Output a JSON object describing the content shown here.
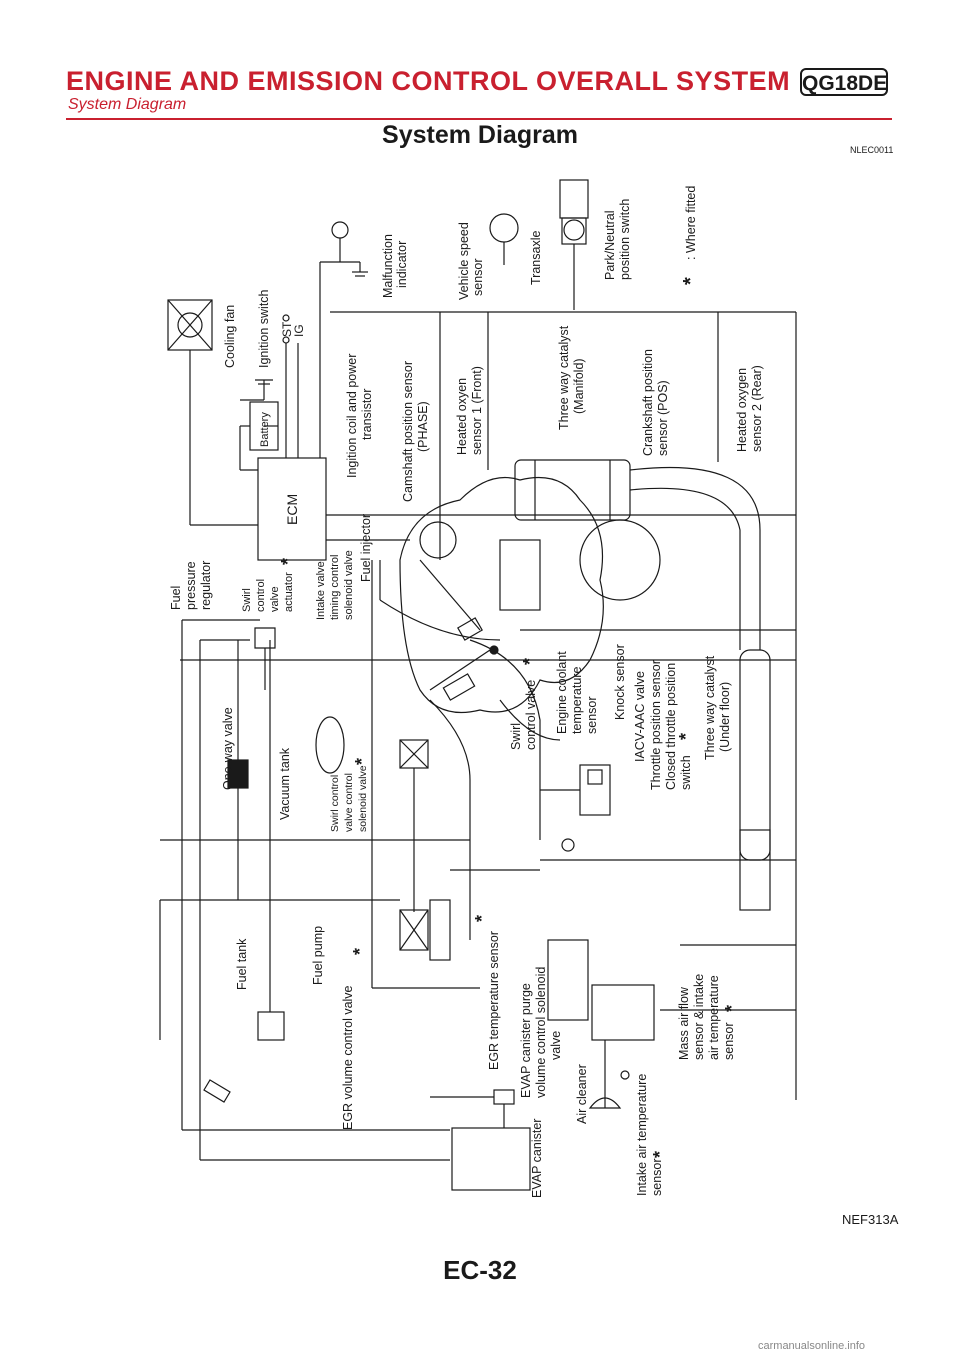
{
  "header": {
    "title": "ENGINE AND EMISSION CONTROL OVERALL SYSTEM",
    "code": "QG18DE",
    "subtitle": "System Diagram"
  },
  "section": {
    "title": "System Diagram",
    "ref": "NLEC0011"
  },
  "labels": {
    "cooling_fan": "Cooling fan",
    "ignition_switch": "Ignition switch",
    "st": "ST",
    "ig": "IG",
    "malfunction_1": "Malfunction",
    "malfunction_2": "indicator",
    "vss_1": "Vehicle speed",
    "vss_2": "sensor",
    "transaxle": "Transaxle",
    "park_1": "Park/Neutral",
    "park_2": "position switch",
    "where_fitted": ": Where fitted",
    "battery": "Battery",
    "ecm": "ECM",
    "ign_coil_1": "Ingition coil and power",
    "ign_coil_2": "transistor",
    "cam_1": "Camshaft position sensor",
    "cam_2": "(PHASE)",
    "ho2_front_1": "Heated oxyen",
    "ho2_front_2": "sensor 1 (Front)",
    "twc_manifold_1": "Three way catalyst",
    "twc_manifold_2": "(Manifold)",
    "crank_1": "Crankshaft position",
    "crank_2": "sensor (POS)",
    "ho2_rear_1": "Heated oxygen",
    "ho2_rear_2": "sensor 2 (Rear)",
    "fpr_1": "Fuel",
    "fpr_2": "pressure",
    "fpr_3": "regulator",
    "swirl_act_1": "Swirl",
    "swirl_act_2": "control",
    "swirl_act_3": "valve",
    "swirl_act_4": "actuator",
    "ivt_1": "Intake valve",
    "ivt_2": "timing control",
    "ivt_3": "solenoid valve",
    "injector": "Fuel injector",
    "swirl_valve_1": "Swirl",
    "swirl_valve_2": "control valve",
    "ect_1": "Engine coolant",
    "ect_2": "temperature",
    "ect_3": "sensor",
    "knock": "Knock sensor",
    "iacv": "IACV-AAC valve",
    "tps": "Throttle position sensor",
    "ctp_1": "Closed throttle position",
    "ctp_2": "switch",
    "twc_floor_1": "Three way catalyst",
    "twc_floor_2": "(Under floor)",
    "oneway": "One-way valve",
    "vacuum_tank": "Vacuum tank",
    "swirl_sol_1": "Swirl control",
    "swirl_sol_2": "valve control",
    "swirl_sol_3": "solenoid valve",
    "fuel_tank": "Fuel tank",
    "fuel_pump": "Fuel pump",
    "egr_vol": "EGR volume control valve",
    "egr_temp": "EGR temperature sensor",
    "evap_purge_1": "EVAP canister purge",
    "evap_purge_2": "volume control solenoid",
    "evap_purge_3": "valve",
    "air_cleaner": "Air cleaner",
    "maf_1": "Mass air flow",
    "maf_2": "sensor & intake",
    "maf_3": "air temperature",
    "maf_4": "sensor",
    "evap_canister": "EVAP canister",
    "iat_1": "Intake air temperature",
    "iat_2": "sensor",
    "star": "*"
  },
  "figure": {
    "ref": "NEF313A"
  },
  "page": {
    "number": "EC-32"
  },
  "watermark": "carmanualsonline.info",
  "colors": {
    "brand_red": "#c9202f",
    "ink": "#1a1a1a"
  }
}
